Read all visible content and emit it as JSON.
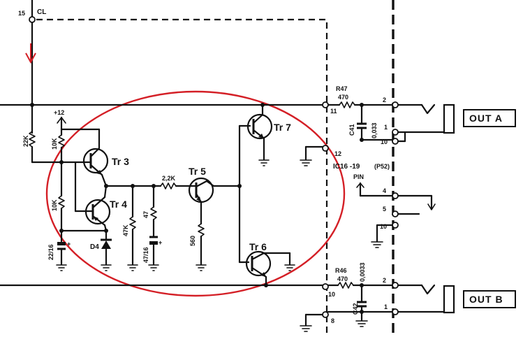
{
  "pins": {
    "cl_num": "15",
    "cl_label": "CL",
    "out_top_11": "11",
    "out_top_2": "2",
    "out_top_1": "1",
    "out_top_10": "10",
    "ic_pin_12": "12",
    "pin_4": "4",
    "pin_5": "5",
    "pin_10": "10",
    "out_bot_10": "10",
    "out_bot_2": "2",
    "out_bot_8": "8",
    "out_bot_1": "1"
  },
  "components": {
    "r_22k": "22K",
    "r_10k_a": "10K",
    "r_10k_b": "10K",
    "v_plus12": "+12",
    "cap_22_16": "22/16",
    "d4": "D4",
    "tr3": "Tr 3",
    "tr4": "Tr 4",
    "tr5": "Tr 5",
    "tr6": "Tr 6",
    "tr7": "Tr 7",
    "r_2_2k": "2,2K",
    "r_47k": "47K",
    "cap_47_16": "47/16",
    "r_47": "47",
    "r_560": "560",
    "r47_name": "R47",
    "r47_val": "470",
    "c41_name": "C41",
    "c41_val": "0,033",
    "ic_label": "IC16 -19",
    "ic_page": "(P52)",
    "pin_word": "PIN",
    "r46_name": "R46",
    "r46_val": "470",
    "c42_name": "C42",
    "c42_val": "0,0033"
  },
  "outputs": {
    "out_a": "OUT A",
    "out_b": "OUT B"
  },
  "colors": {
    "ink": "#111111",
    "highlight": "#d41f26"
  }
}
